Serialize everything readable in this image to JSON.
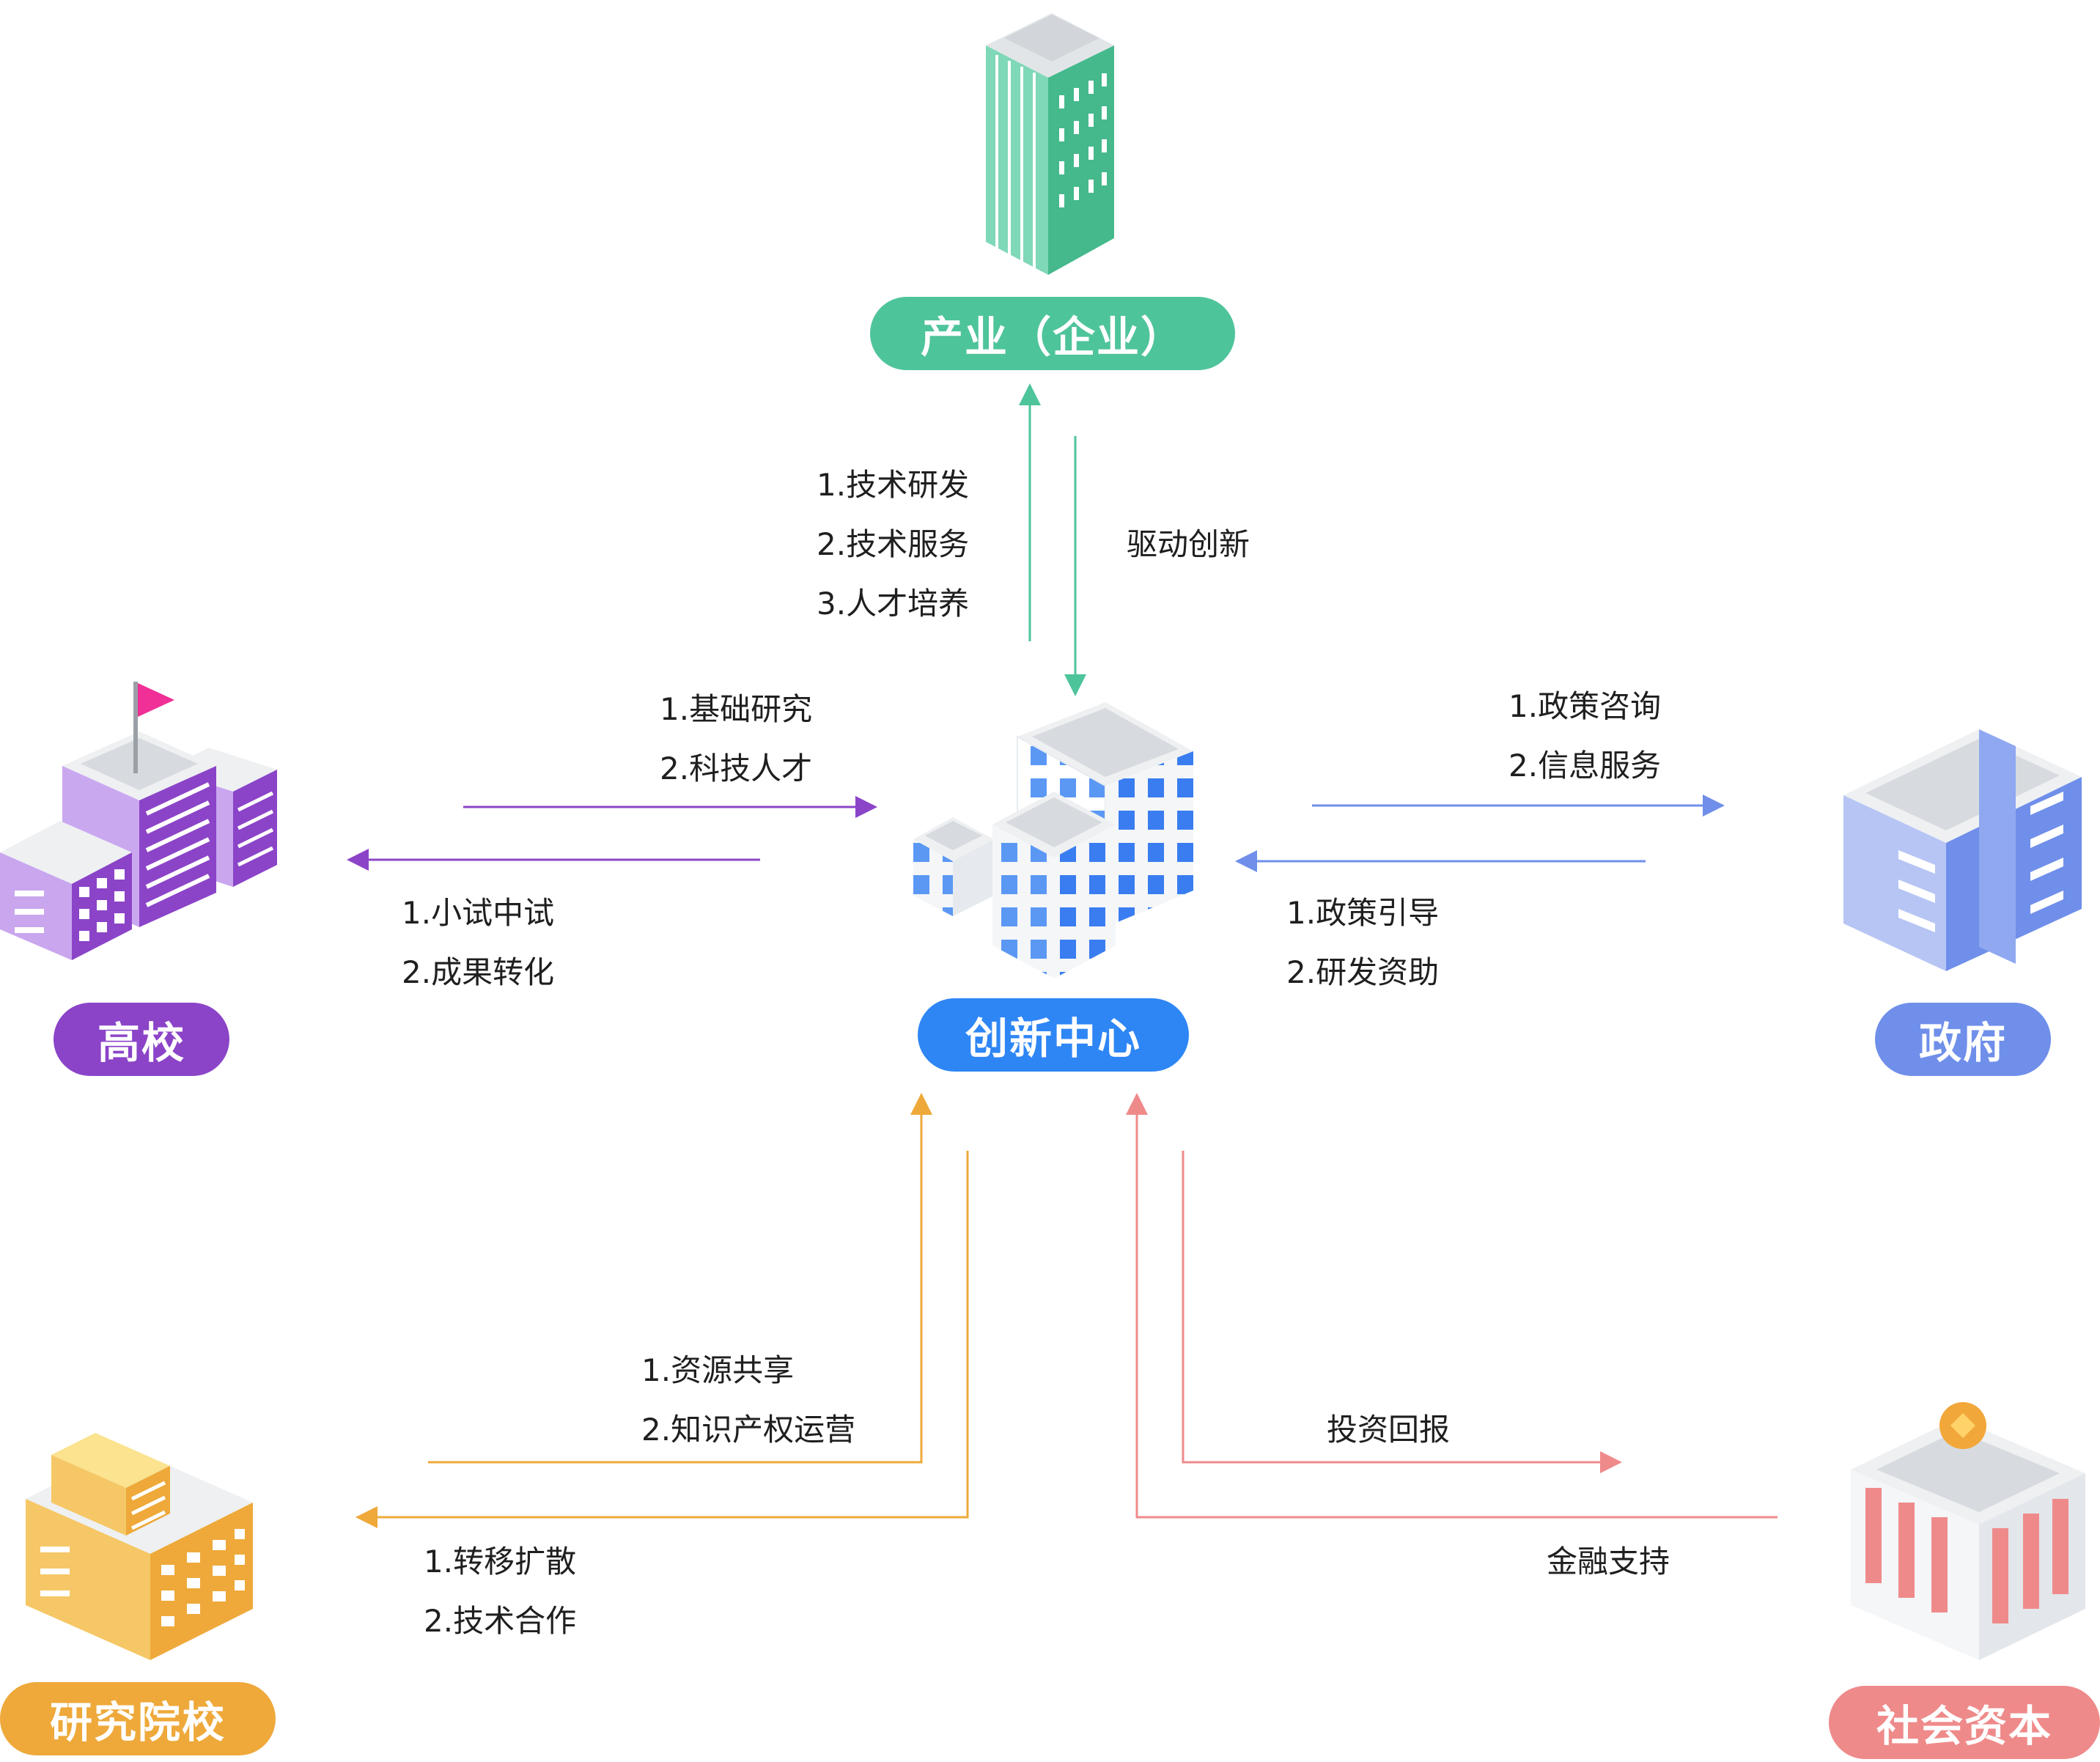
{
  "nodes": {
    "industry": {
      "label": "产业（企业）",
      "color": "#4ec49a"
    },
    "center": {
      "label": "创新中心",
      "color": "#2e86f5"
    },
    "university": {
      "label": "高校",
      "color": "#8b44c8"
    },
    "government": {
      "label": "政府",
      "color": "#6f8fea"
    },
    "research": {
      "label": "研究院校",
      "color": "#eea93a"
    },
    "capital": {
      "label": "社会资本",
      "color": "#ef8a8a"
    }
  },
  "edges": {
    "center_to_industry": [
      "1.技术研发",
      "2.技术服务",
      "3.人才培养"
    ],
    "industry_to_center": [
      "驱动创新"
    ],
    "university_to_center": [
      "1.基础研究",
      "2.科技人才"
    ],
    "center_to_university": [
      "1.小试中试",
      "2.成果转化"
    ],
    "center_to_government": [
      "1.政策咨询",
      "2.信息服务"
    ],
    "government_to_center": [
      "1.政策引导",
      "2.研发资助"
    ],
    "research_to_center": [
      "1.资源共享",
      "2.知识产权运营"
    ],
    "center_to_research": [
      "1.转移扩散",
      "2.技术合作"
    ],
    "center_to_capital": [
      "投资回报"
    ],
    "capital_to_center": [
      "金融支持"
    ]
  }
}
